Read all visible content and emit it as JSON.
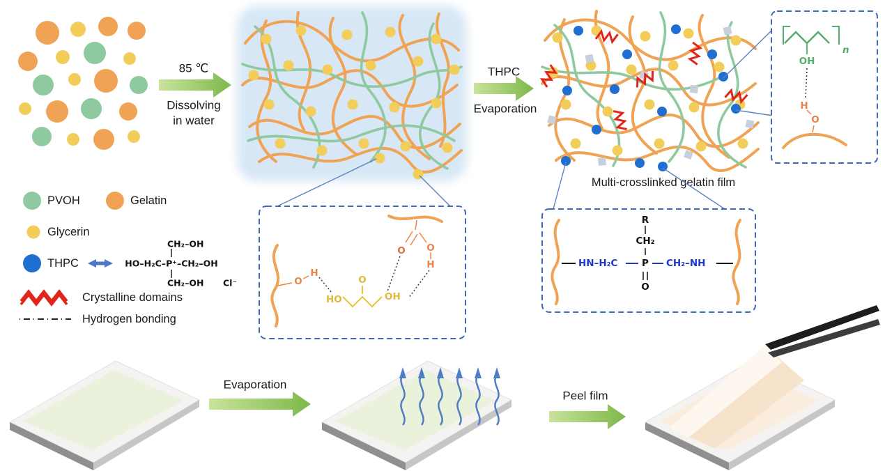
{
  "title": "Multi-crosslinked gelatin film preparation scheme",
  "colors": {
    "gelatin_orange": "#F0A355",
    "pvoh_green": "#8FC9A0",
    "glycerin_yellow": "#F3CD5A",
    "thpc_blue": "#1F6FD2",
    "crystalline_red": "#E1251B",
    "arrow_green": "#7DB84A",
    "inset_border_blue": "#3E68B8",
    "solution_bg_blue": "#D7E7F6"
  },
  "process_top": {
    "step1_temp": "85 ℃",
    "step1_line1": "Dissolving",
    "step1_line2": "in water",
    "step2_line1": "THPC",
    "step2_line2": "Evaporation",
    "product_label": "Multi-crosslinked gelatin film"
  },
  "legend": {
    "pvoh": "PVOH",
    "gelatin": "Gelatin",
    "glycerin": "Glycerin",
    "thpc": "THPC",
    "crystalline": "Crystalline domains",
    "hydrogen": "Hydrogen bonding"
  },
  "thpc_structure": {
    "top_arm": "CH₂–OH",
    "left_arm": "HO–H₂C–",
    "phosphorus": "P⁺",
    "right_arm": "–CH₂–OH",
    "bottom_arm": "CH₂–OH",
    "chloride": "Cl⁻"
  },
  "pvoh_hbond_inset": {
    "repeat_n": "n",
    "pvoh_oh": "OH",
    "water_h": "H",
    "water_o": "O"
  },
  "glycerin_hbond_inset": {
    "water_o": "O",
    "water_h": "H",
    "glycerin_ho": "HO",
    "glycerin_o": "O",
    "glycerin_oh": "OH",
    "carbonyl_o": "O",
    "hydroxyl_o": "O",
    "hydroxyl_h": "H"
  },
  "crosslink_inset": {
    "r_group": "R",
    "ch2_top": "CH₂",
    "left_chain": "HN–H₂C",
    "phosphorus": "P",
    "right_chain": "CH₂–NH",
    "oxygen": "O"
  },
  "process_bottom": {
    "step1": "Evaporation",
    "step2": "Peel film"
  }
}
